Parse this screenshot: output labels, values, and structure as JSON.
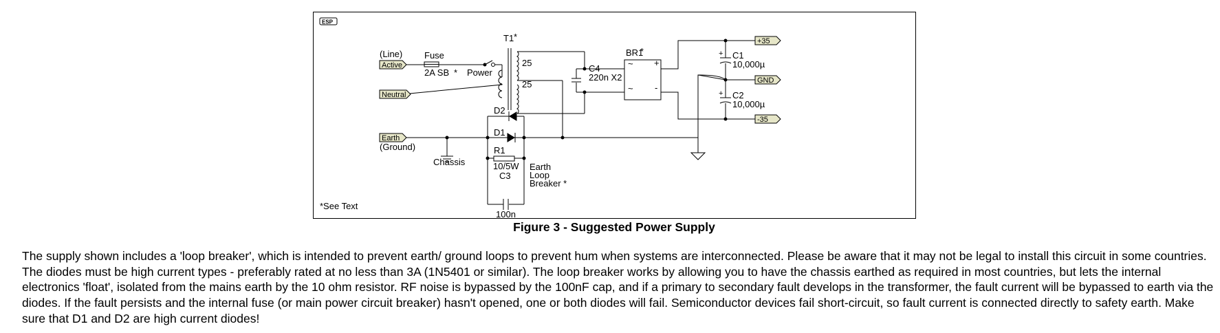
{
  "schematic": {
    "logo": "ESP",
    "labels": {
      "line": "(Line)",
      "active": "Active",
      "neutral": "Neutral",
      "earth": "Earth",
      "ground": "(Ground)",
      "chassis": "Chassis",
      "fuse": "Fuse",
      "fuse_rating": "2A SB",
      "fuse_star": "*",
      "power": "Power",
      "t1": "T1",
      "t1_star": "*",
      "winding_upper": "25",
      "winding_lower": "25",
      "c4": "C4",
      "c4_value": "220n X2",
      "br1": "BR1",
      "br1_star": "*",
      "br_ac_top": "~",
      "br_ac_bottom": "~",
      "br_plus": "+",
      "br_minus": "-",
      "c1": "C1",
      "c1_value": "10,000µ",
      "c2": "C2",
      "c2_value": "10,000µ",
      "cap_plus": "+",
      "out_pos": "+35",
      "out_gnd": "GND",
      "out_neg": "-35",
      "d1": "D1",
      "d2": "D2",
      "r1": "R1",
      "r1_value": "10/5W",
      "c3": "C3",
      "c3_value": "100n",
      "loop_line1": "Earth",
      "loop_line2": "Loop",
      "loop_line3": "Breaker *",
      "see_text": "*See Text"
    }
  },
  "caption": "Figure 3 - Suggested Power Supply",
  "body_text": "The supply shown includes a 'loop breaker', which is intended to prevent earth/ ground loops to prevent hum when systems are interconnected.  Please be aware that it may not be legal to install this circuit in some countries.  The diodes must be high current types - preferably rated at no less than 3A (1N5401 or similar).  The loop breaker works by allowing you to have the chassis earthed as required in most countries, but lets the internal electronics 'float', isolated from the mains earth by the 10 ohm resistor.  RF noise is bypassed by the 100nF cap, and if a primary to secondary fault develops in the transformer, the fault current will be bypassed to earth via the diodes.  If the fault persists and the internal fuse (or main power circuit breaker) hasn't opened, one or both diodes will fail.  Semiconductor devices fail short-circuit, so fault current is connected directly to safety earth.  Make sure that D1 and D2 are high current diodes!"
}
